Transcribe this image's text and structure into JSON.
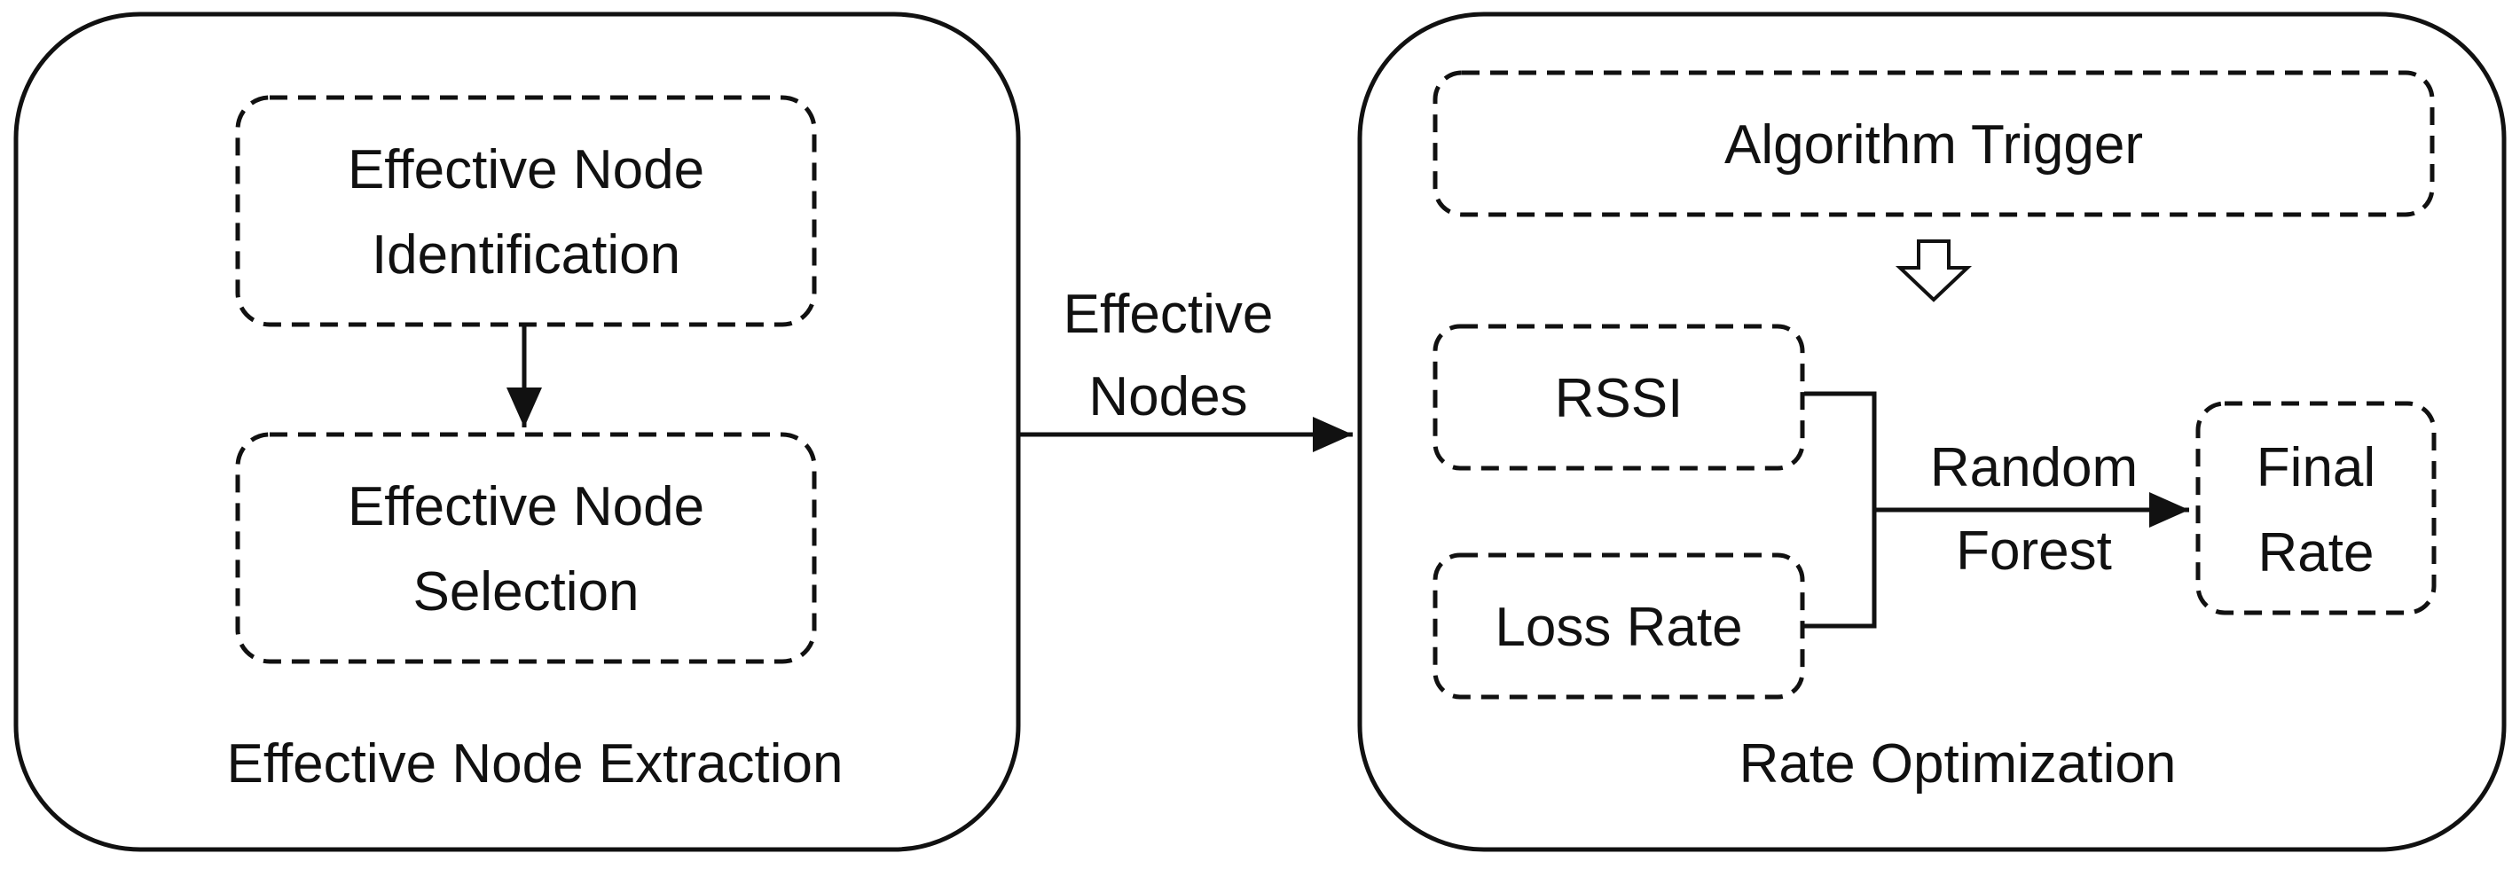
{
  "diagram": {
    "left_panel": {
      "title": "Effective Node Extraction",
      "identification_box": {
        "line1": "Effective Node",
        "line2": "Identification"
      },
      "selection_box": {
        "line1": "Effective Node",
        "line2": "Selection"
      }
    },
    "connector": {
      "line1": "Effective",
      "line2": "Nodes"
    },
    "right_panel": {
      "title": "Rate Optimization",
      "trigger_box": "Algorithm Trigger",
      "rssi_box": "RSSI",
      "loss_rate_box": "Loss Rate",
      "model": {
        "line1": "Random",
        "line2": "Forest"
      },
      "final_rate_box": {
        "line1": "Final",
        "line2": "Rate"
      }
    }
  }
}
